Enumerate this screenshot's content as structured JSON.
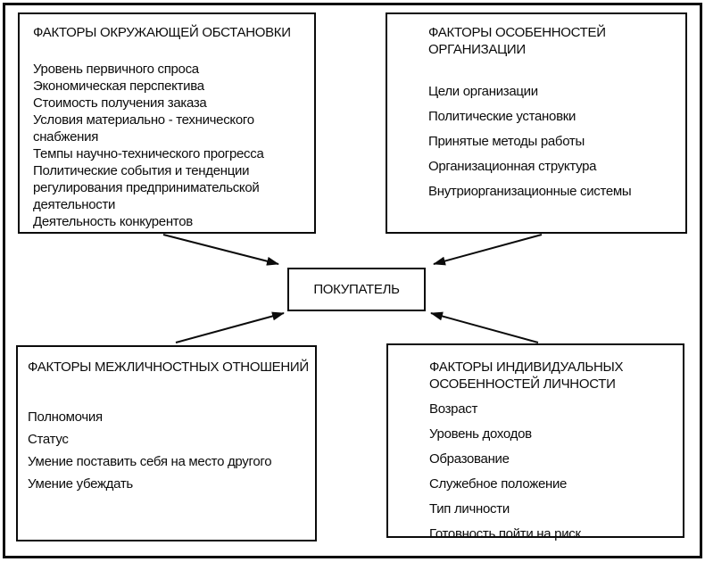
{
  "diagram": {
    "center_label": "ПОКУПАТЕЛЬ",
    "colors": {
      "ink": "#0b0b0b",
      "paper": "#ffffff"
    },
    "boxes": {
      "environment": {
        "title": "ФАКТОРЫ ОКРУЖАЮЩЕЙ ОБСТАНОВКИ",
        "items": [
          "Уровень первичного спроса",
          "Экономическая перспектива",
          "Стоимость получения заказа",
          "Условия материально - технического снабжения",
          "Темпы научно-технического прогресса",
          "Политические события и тенденции регулирования предпринимательской деятельности",
          "Деятельность конкурентов"
        ]
      },
      "organization": {
        "title": "ФАКТОРЫ ОСОБЕННОСТЕЙ ОРГАНИЗАЦИИ",
        "items": [
          "Цели организации",
          "Политические установки",
          "Принятые методы работы",
          "Организационная структура",
          "Внутриорганизационные системы"
        ]
      },
      "interpersonal": {
        "title": "ФАКТОРЫ МЕЖЛИЧНОСТНЫХ ОТНОШЕНИЙ",
        "items": [
          "Полномочия",
          "Статус",
          "Умение поставить себя на место другого",
          "Умение убеждать"
        ]
      },
      "individual": {
        "title": "ФАКТОРЫ ИНДИВИДУАЛЬНЫХ ОСОБЕННОСТЕЙ ЛИЧНОСТИ",
        "items": [
          "Возраст",
          "Уровень доходов",
          "Образование",
          "Служебное положение",
          "Тип личности",
          "Готовность пойти на риск"
        ]
      }
    }
  }
}
